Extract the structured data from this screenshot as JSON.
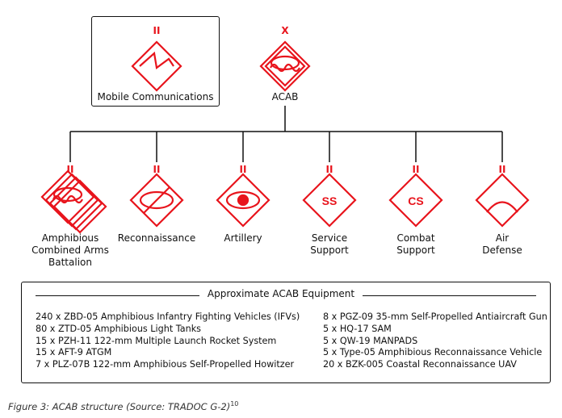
{
  "colors": {
    "symbol": "#e8141c",
    "line": "#111111"
  },
  "mobile_comms": {
    "echelon": "II",
    "label": "Mobile Communications",
    "icon": "signal-icon"
  },
  "acab": {
    "echelon": "X",
    "label": "ACAB",
    "icon": "amphibious-armor-icon"
  },
  "units": [
    {
      "echelon": "II",
      "label": "Amphibious\nCombined Arms\nBattalion",
      "icon": "amphibious-armor-stacked-icon"
    },
    {
      "echelon": "II",
      "label": "Reconnaissance",
      "icon": "reconnaissance-icon"
    },
    {
      "echelon": "II",
      "label": "Artillery",
      "icon": "artillery-icon"
    },
    {
      "echelon": "II",
      "label": "Service\nSupport",
      "icon": "service-support-icon",
      "glyph": "SS"
    },
    {
      "echelon": "II",
      "label": "Combat\nSupport",
      "icon": "combat-support-icon",
      "glyph": "CS"
    },
    {
      "echelon": "II",
      "label": "Air\nDefense",
      "icon": "air-defense-icon"
    }
  ],
  "equipment": {
    "title": "Approximate ACAB Equipment",
    "left": [
      "240 x ZBD-05 Amphibious Infantry Fighting Vehicles (IFVs)",
      "80 x ZTD-05 Amphibious Light Tanks",
      "15 x PZH-11 122-mm Multiple Launch Rocket System",
      "15 x AFT-9 ATGM",
      "7 x PLZ-07B 122-mm Amphibious Self-Propelled Howitzer"
    ],
    "right": [
      "8 x PGZ-09 35-mm Self-Propelled Antiaircraft Gun",
      "5 x HQ-17 SAM",
      "5 x QW-19 MANPADS",
      "5 x Type-05 Amphibious Reconnaissance Vehicle",
      "20 x BZK-005 Coastal Reconnaissance UAV"
    ]
  },
  "caption": {
    "text": "Figure 3: ACAB structure (Source: TRADOC G-2)",
    "note": "10"
  }
}
